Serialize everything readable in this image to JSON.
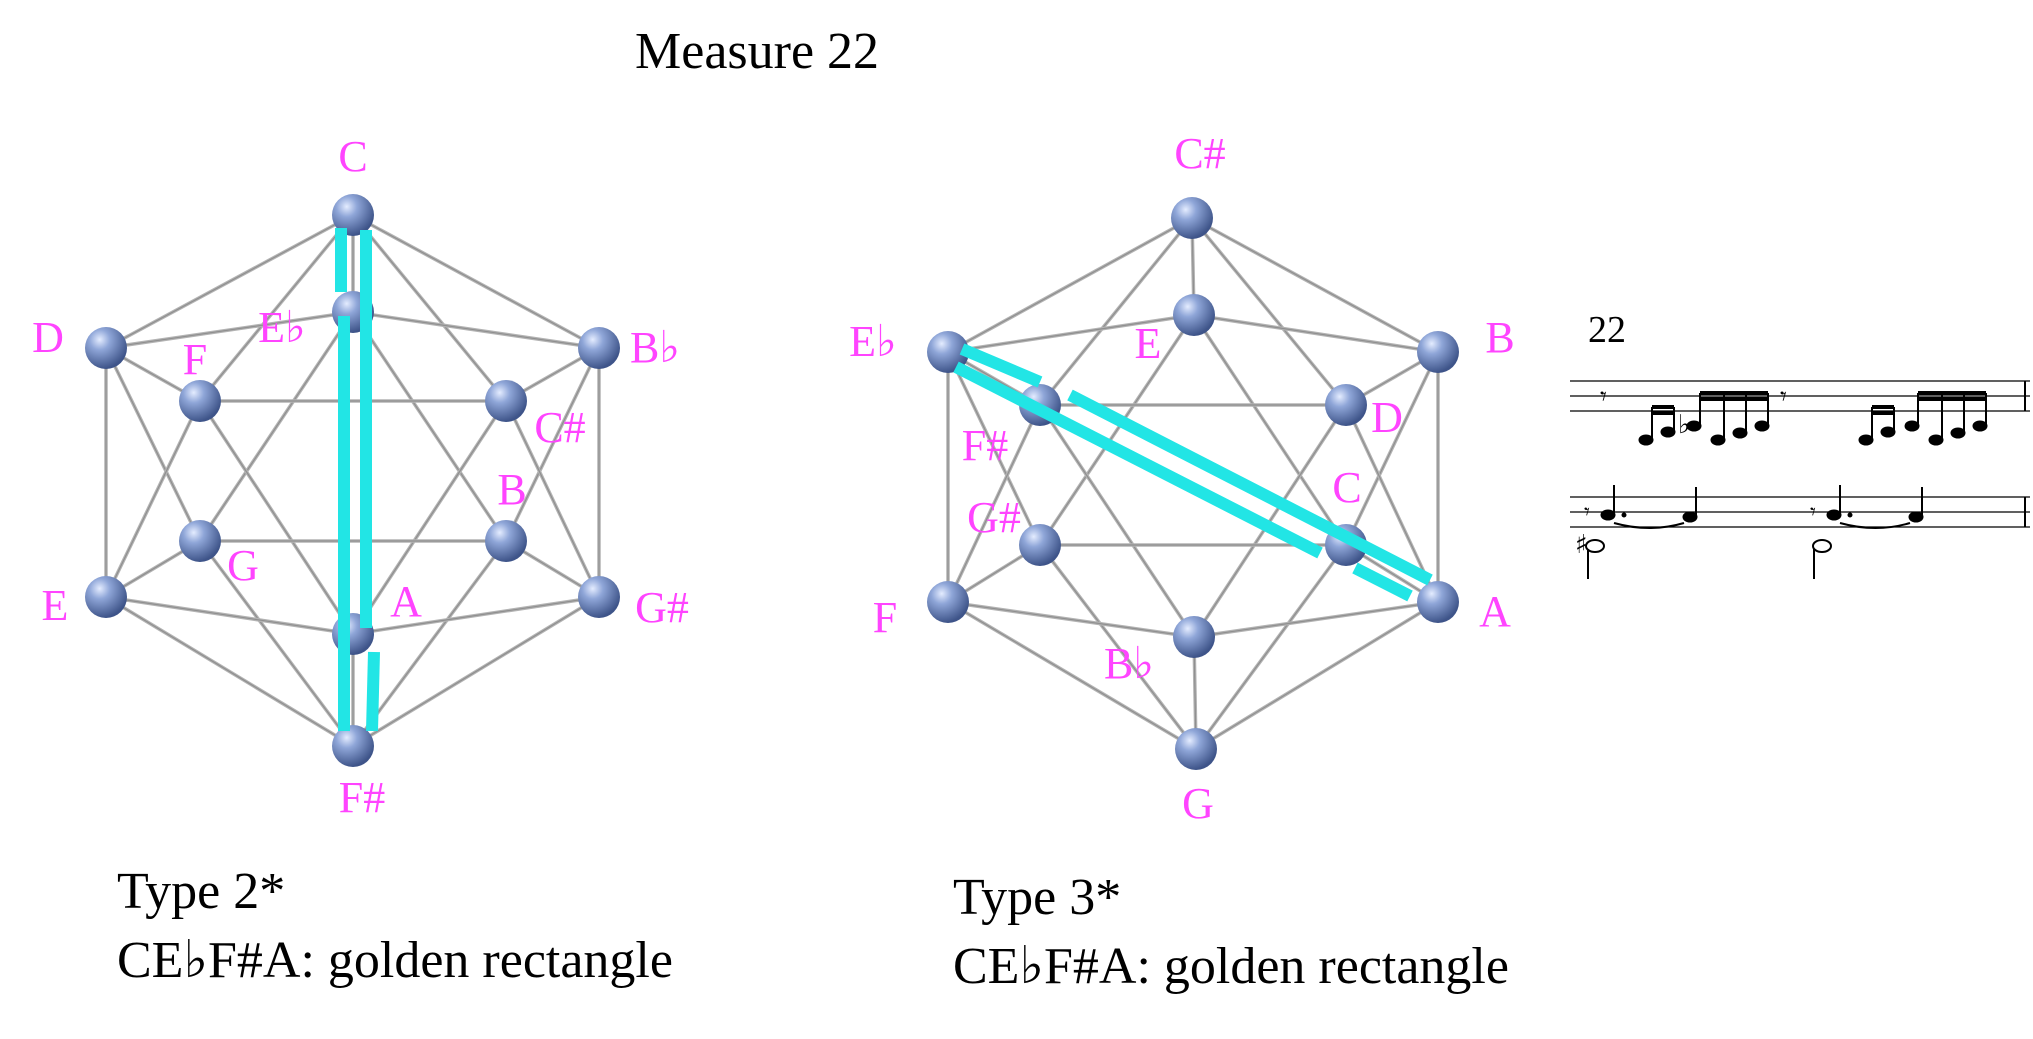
{
  "title": "Measure 22",
  "left_panel": {
    "caption_line1": "Type 2*",
    "caption_line2": "CE♭F#A: golden rectangle",
    "vertex_labels": {
      "top": "C",
      "inner_top": "E♭",
      "upper_left": "D",
      "upper_right": "B♭",
      "inner_upper_left": "F",
      "inner_upper_right": "C#",
      "inner_lower_left": "G",
      "inner_lower_right": "B",
      "lower_left": "E",
      "lower_right": "G#",
      "inner_bottom": "A",
      "bottom": "F#"
    }
  },
  "right_panel": {
    "caption_line1": "Type 3*",
    "caption_line2": "CE♭F#A: golden rectangle",
    "vertex_labels": {
      "top": "C#",
      "inner_top": "E",
      "upper_left": "E♭",
      "upper_right": "B",
      "inner_upper_left": "F#",
      "inner_upper_right": "D",
      "inner_lower_left": "G#",
      "inner_lower_right": "C",
      "lower_left": "F",
      "lower_right": "A",
      "inner_bottom": "B♭",
      "bottom": "G"
    }
  },
  "score": {
    "measure_number": "22"
  },
  "colors": {
    "label": "#ff44ff",
    "highlight": "#22e5e5",
    "vertex": "#6f86bd",
    "edge": "#b3b3b3"
  }
}
